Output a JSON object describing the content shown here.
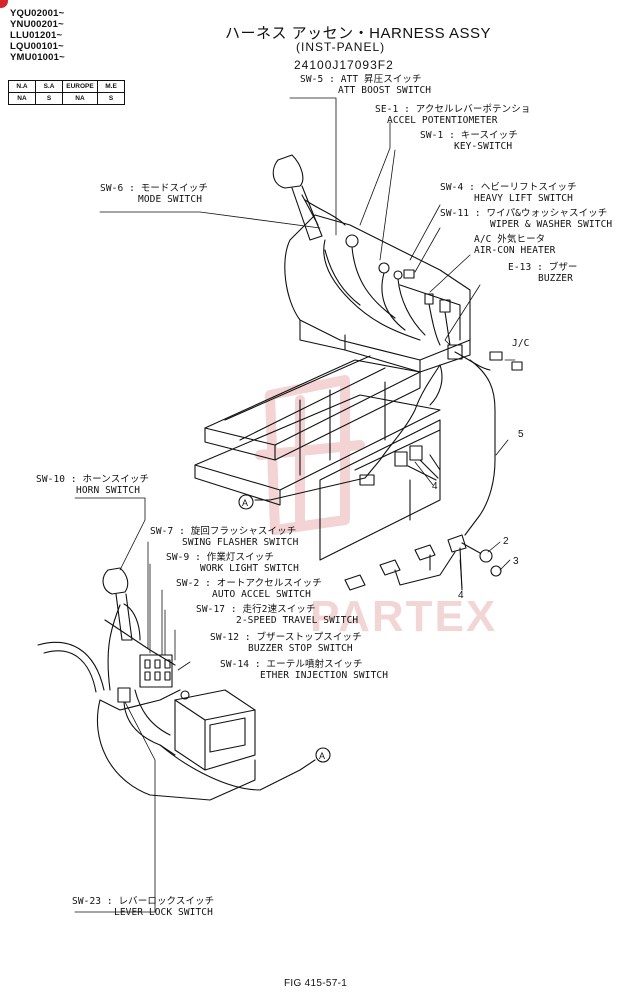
{
  "serials": [
    "YQU02001~",
    "YNU00201~",
    "LLU01201~",
    "LQU00101~",
    "YMU01001~"
  ],
  "region_table": {
    "headers": [
      "N.A",
      "S.A",
      "EUROPE",
      "M.E"
    ],
    "values": [
      "NA",
      "S",
      "NA",
      "S"
    ]
  },
  "title": "ハーネス アッセン・HARNESS ASSY",
  "subtitle": "(INST-PANEL)",
  "part_number": "24100J17093F2",
  "labels": {
    "sw5": {
      "code": "SW-5 : ATT 昇圧スイッチ",
      "en": "ATT BOOST SWITCH"
    },
    "se1": {
      "code": "SE-1 : アクセルレバーポテンショ",
      "en": "ACCEL POTENTIOMETER"
    },
    "sw1": {
      "code": "SW-1 : キースイッチ",
      "en": "KEY-SWITCH"
    },
    "sw6": {
      "code": "SW-6 : モードスイッチ",
      "en": "MODE SWITCH"
    },
    "sw4": {
      "code": "SW-4 : ヘビーリフトスイッチ",
      "en": "HEAVY LIFT SWITCH"
    },
    "sw11": {
      "code": "SW-11 : ワイパ&ウォッシャスイッチ",
      "en": "WIPER & WASHER SWITCH"
    },
    "ac": {
      "code": "A/C 外気ヒータ",
      "en": "AIR-CON HEATER"
    },
    "e13": {
      "code": "E-13 : ブザー",
      "en": "BUZZER"
    },
    "jc": "J/C",
    "sw10": {
      "code": "SW-10 : ホーンスイッチ",
      "en": "HORN SWITCH"
    },
    "sw7": {
      "code": "SW-7 : 旋回フラッシャスイッチ",
      "en": "SWING FLASHER SWITCH"
    },
    "sw9": {
      "code": "SW-9 : 作業灯スイッチ",
      "en": "WORK LIGHT SWITCH"
    },
    "sw2": {
      "code": "SW-2 : オートアクセルスイッチ",
      "en": "AUTO ACCEL SWITCH"
    },
    "sw17": {
      "code": "SW-17 : 走行2速スイッチ",
      "en": "2-SPEED TRAVEL SWITCH"
    },
    "sw12": {
      "code": "SW-12 : ブザーストップスイッチ",
      "en": "BUZZER STOP SWITCH"
    },
    "sw14": {
      "code": "SW-14 : エーテル噴射スイッチ",
      "en": "ETHER INJECTION SWITCH"
    },
    "sw23": {
      "code": "SW-23 : レバーロックスイッチ",
      "en": "LEVER LOCK SWITCH"
    }
  },
  "callouts": {
    "n5": "5",
    "n4a": "4",
    "n2": "2",
    "n3": "3",
    "n4b": "4",
    "a1": "A",
    "a2": "A"
  },
  "watermark": "PARTEX",
  "figure": "FIG 415-57-1",
  "colors": {
    "ink": "#111111",
    "watermark": "#e8b3b3"
  }
}
